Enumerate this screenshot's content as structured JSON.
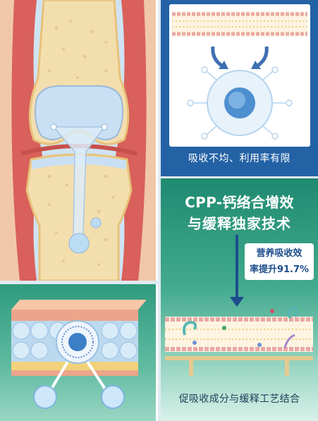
{
  "membrane_panel": {
    "caption": "吸收不均、利用率有限"
  },
  "tech_panel": {
    "title_line1": "CPP-钙络合增效",
    "title_line2": "与缓释独家技术",
    "badge_line1": "营养吸收效",
    "badge_line2": "率提升91.7%",
    "caption": "促吸收成分与缓释工艺结合"
  },
  "colors": {
    "blue_panel": "#2462a6",
    "green_panel": "#1f8a70",
    "arrow": "#1d4d8c"
  }
}
